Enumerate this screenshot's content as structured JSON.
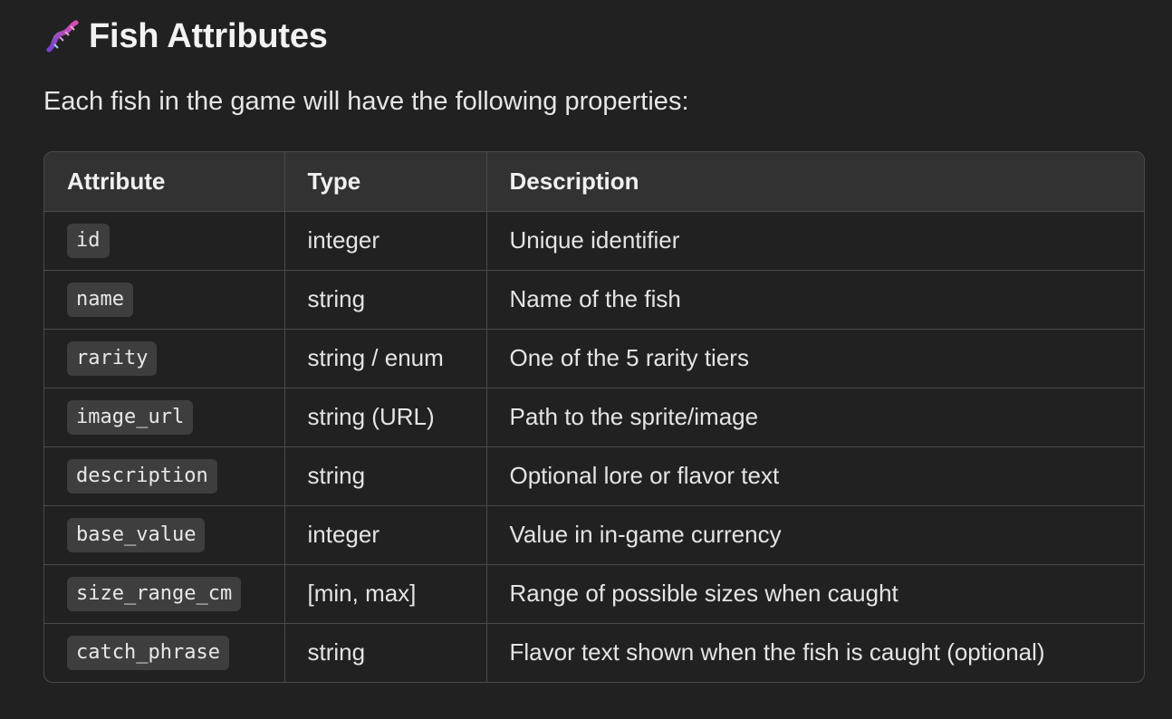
{
  "heading": {
    "icon": "dna-icon",
    "title": "Fish Attributes"
  },
  "intro": "Each fish in the game will have the following properties:",
  "table": {
    "headers": [
      "Attribute",
      "Type",
      "Description"
    ],
    "rows": [
      {
        "attribute": "id",
        "type": "integer",
        "description": "Unique identifier"
      },
      {
        "attribute": "name",
        "type": "string",
        "description": "Name of the fish"
      },
      {
        "attribute": "rarity",
        "type": "string / enum",
        "description": "One of the 5 rarity tiers"
      },
      {
        "attribute": "image_url",
        "type": "string (URL)",
        "description": "Path to the sprite/image"
      },
      {
        "attribute": "description",
        "type": "string",
        "description": "Optional lore or flavor text"
      },
      {
        "attribute": "base_value",
        "type": "integer",
        "description": "Value in in-game currency"
      },
      {
        "attribute": "size_range_cm",
        "type": "[min, max]",
        "description": "Range of possible sizes when caught"
      },
      {
        "attribute": "catch_phrase",
        "type": "string",
        "description": "Flavor text shown when the fish is caught (optional)"
      }
    ]
  },
  "colors": {
    "background": "#212121",
    "header_row": "#323232",
    "border": "#4a4a4a",
    "code_pill": "#3e3e3e"
  }
}
